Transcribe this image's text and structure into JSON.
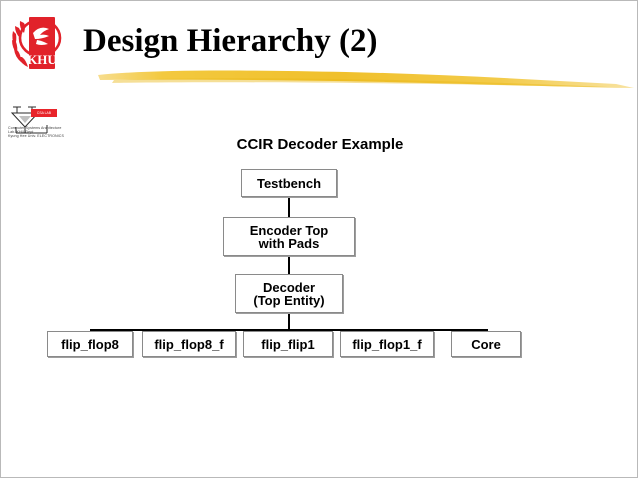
{
  "slide": {
    "title": "Design Hierarchy (2)",
    "accent_color": "#e8242a",
    "brush_color": "#f2c437",
    "background": "#ffffff",
    "border_color": "#b9b9b9"
  },
  "brand": {
    "crest_label": "KHU",
    "crest_color": "#e1222a",
    "lab_badge_text": "CSA LAB",
    "lab_lines": [
      "Computer Systems Architecture",
      "Lab. KHU Dept.",
      "Kyung Hee Univ. ELECTRONICS"
    ]
  },
  "diagram": {
    "heading": "CCIR Decoder Example",
    "type": "hierarchy-tree",
    "nodes": [
      {
        "id": "testbench",
        "label": "Testbench",
        "level": 0
      },
      {
        "id": "encoder-top",
        "label": "Encoder Top\nwith Pads",
        "level": 1
      },
      {
        "id": "decoder",
        "label": "Decoder\n(Top Entity)",
        "level": 2
      },
      {
        "id": "flip-flop8",
        "label": "flip_flop8",
        "level": 3
      },
      {
        "id": "flip-flop8-f",
        "label": "flip_flop8_f",
        "level": 3
      },
      {
        "id": "flip-flip1",
        "label": "flip_flip1",
        "level": 3
      },
      {
        "id": "flip-flop1-f",
        "label": "flip_flop1_f",
        "level": 3
      },
      {
        "id": "core",
        "label": "Core",
        "level": 3
      }
    ],
    "edges": [
      {
        "from": "testbench",
        "to": "encoder-top"
      },
      {
        "from": "encoder-top",
        "to": "decoder"
      },
      {
        "from": "decoder",
        "to": "flip-flop8"
      },
      {
        "from": "decoder",
        "to": "flip-flop8-f"
      },
      {
        "from": "decoder",
        "to": "flip-flip1"
      },
      {
        "from": "decoder",
        "to": "flip-flop1-f"
      },
      {
        "from": "decoder",
        "to": "core"
      }
    ]
  }
}
